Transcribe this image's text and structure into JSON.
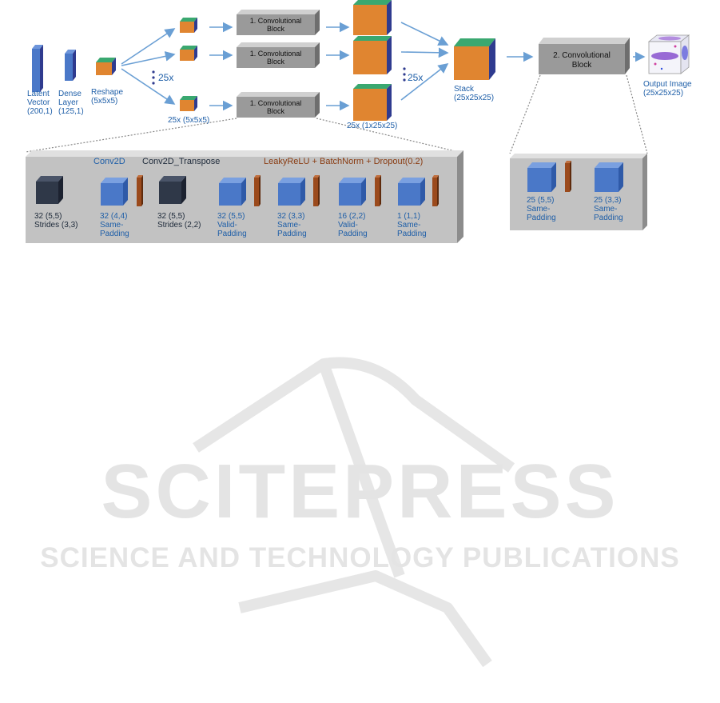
{
  "colors": {
    "blue": "#4a78c8",
    "orange": "#e08530",
    "green": "#3aa870",
    "navy": "#2f3b8f",
    "gray_block": "#9a9a9a",
    "panel_gray": "#c2c2c2",
    "brown": "#9b4a1c",
    "dark_cube": "#2f3848",
    "arrow": "#6a9fd4",
    "watermark": "#e4e4e4"
  },
  "top": {
    "latent_vector": "Latent\nVector\n(200,1)",
    "dense_layer": "Dense\nLayer\n(125,1)",
    "reshape": "Reshape\n(5x5x5)",
    "dots_left": "25x",
    "small_cubes_label": "25x (5x5x5)",
    "conv_block_1_a": "1. Convolutional\nBlock",
    "conv_block_1_b": "1. Convolutional\nBlock",
    "conv_block_1_c": "1. Convolutional\nBlock",
    "dots_right": "25x",
    "large_cubes_label": "25x (1x25x25)",
    "stack": "Stack\n(25x25x25)",
    "conv_block_2": "2. Convolutional\nBlock",
    "output_image": "Output Image\n(25x25x25)"
  },
  "panel_left": {
    "legend_conv2d": "Conv2D",
    "legend_conv2d_transpose": "Conv2D_Transpose",
    "legend_leaky": "LeakyReLU + BatchNorm + Dropout(0.2)",
    "layers": [
      "32 (5,5)\nStrides (3,3)",
      "32 (4,4)\nSame-\nPadding",
      "32 (5,5)\nStrides (2,2)",
      "32 (5,5)\nValid-\nPadding",
      "32 (3,3)\nSame-\nPadding",
      "16 (2,2)\nValid-\nPadding",
      "1 (1,1)\nSame-\nPadding"
    ]
  },
  "panel_right": {
    "layers": [
      "25 (5,5)\nSame-\nPadding",
      "25 (3,3)\nSame-\nPadding"
    ]
  },
  "watermark": {
    "title": "SCITEPRESS",
    "subtitle": "SCIENCE AND TECHNOLOGY PUBLICATIONS"
  }
}
